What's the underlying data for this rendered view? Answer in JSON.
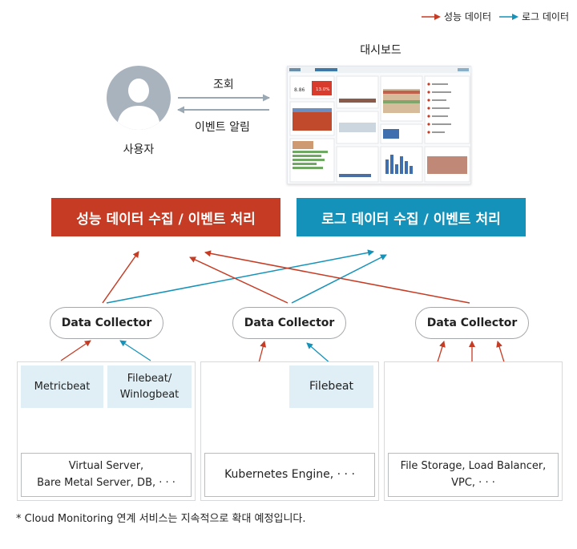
{
  "legend": {
    "perf": "성능 데이터",
    "log": "로그 데이터"
  },
  "colors": {
    "perf": "#c63b23",
    "log": "#1592b9",
    "user_arrow": "#9aa8b4"
  },
  "user": {
    "label": "사용자",
    "icon": "user-silhouette-icon"
  },
  "query_label": "조회",
  "event_alert_label": "이벤트 알림",
  "dashboard": {
    "title": "대시보드",
    "kpi_value": "13.0%"
  },
  "bands": {
    "perf": "성능 데이터 수집 / 이벤트 처리",
    "log": "로그 데이터 수집 / 이벤트 처리"
  },
  "collectors": [
    "Data Collector",
    "Data Collector",
    "Data Collector"
  ],
  "sources": {
    "metricbeat": "Metricbeat",
    "filebeat_winlogbeat": "Filebeat/\nWinlogbeat",
    "filebeat": "Filebeat"
  },
  "infra": {
    "vm": "Virtual Server,\nBare Metal Server, DB, · · ·",
    "k8s": "Kubernetes Engine, · · ·",
    "storage": "File Storage, Load Balancer,\nVPC, · · ·"
  },
  "footnote": "* Cloud Monitoring 연계 서비스는 지속적으로 확대 예정입니다."
}
